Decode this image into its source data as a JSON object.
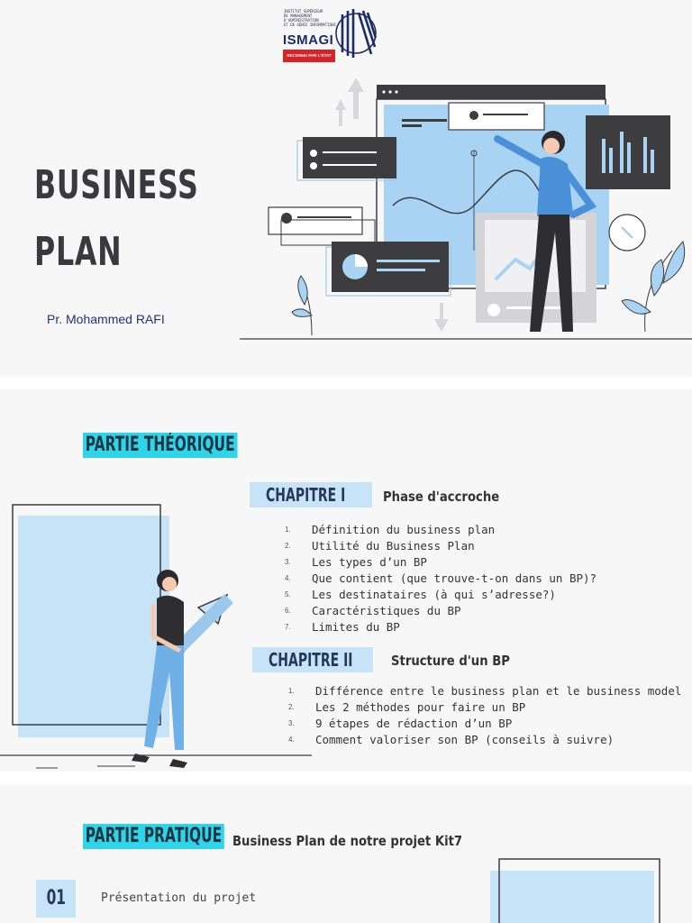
{
  "slide1": {
    "logo": {
      "small_text": "INSTITUT SUPÉRIEUR\nDE MANAGEMENT\nD'ADMINISTRATION\nET DE GÉNIE INFORMATIQUE",
      "brand": "ISMAGI",
      "tagline": "RECONNU PAR L'ÉTAT"
    },
    "title_line1": "BUSINESS",
    "title_line2": "PLAN",
    "author": "Pr. Mohammed RAFI"
  },
  "slide2": {
    "section_title": "PARTIE THÉORIQUE",
    "chapter1": {
      "label": "CHAPITRE I",
      "title": "Phase d'accroche",
      "items": [
        {
          "num": "1.",
          "text": "Définition du business plan"
        },
        {
          "num": "2.",
          "text": "Utilité du Business Plan"
        },
        {
          "num": "3.",
          "text": "Les types d’un BP"
        },
        {
          "num": "4.",
          "text": "Que contient (que trouve-t-on dans un BP)?"
        },
        {
          "num": "5.",
          "text": "Les destinataires (à qui s’adresse?)"
        },
        {
          "num": "6.",
          "text": "Caractéristiques du BP"
        },
        {
          "num": "7.",
          "text": "Limites du BP"
        }
      ]
    },
    "chapter2": {
      "label": "CHAPITRE II",
      "title": "Structure d'un BP",
      "items": [
        {
          "num": "1.",
          "text": "Différence entre le business plan et le business model"
        },
        {
          "num": "2.",
          "text": "Les 2 méthodes pour faire un BP"
        },
        {
          "num": "3.",
          "text": "9 étapes de rédaction d’un BP"
        },
        {
          "num": "4.",
          "text": "Comment valoriser son BP (conseils à suivre)"
        }
      ]
    }
  },
  "slide3": {
    "section_title": "PARTIE PRATIQUE",
    "subtitle": "Business Plan de notre projet Kit7",
    "item_number": "01",
    "item_text": "Présentation du projet"
  },
  "colors": {
    "accent_cyan": "#2fd4e8",
    "light_blue": "#c6e3f7",
    "illustration_blue": "#a9d3f3",
    "dark_text": "#3a3a3e",
    "navy": "#1f3478",
    "logo_red": "#d8232a"
  }
}
